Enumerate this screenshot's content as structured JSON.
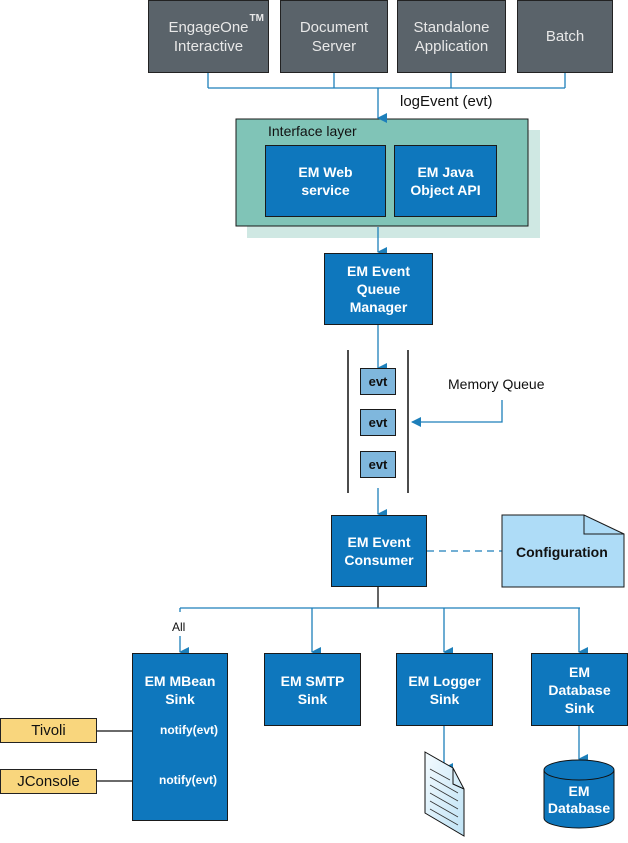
{
  "clients": [
    {
      "line1": "EngageOne",
      "line2": "Interactive",
      "sup": "TM"
    },
    {
      "line1": "Document",
      "line2": "Server"
    },
    {
      "line1": "Standalone",
      "line2": "Application"
    },
    {
      "line1": "Batch"
    }
  ],
  "log_event_label": "logEvent (evt)",
  "interface_layer": {
    "title": "Interface layer",
    "web_service": {
      "line1": "EM Web",
      "line2": "service"
    },
    "java_api": {
      "line1": "EM Java",
      "line2": "Object API"
    }
  },
  "queue_manager": {
    "line1": "EM Event",
    "line2": "Queue",
    "line3": "Manager"
  },
  "memory_queue": {
    "label": "Memory Queue",
    "items": [
      "evt",
      "evt",
      "evt"
    ]
  },
  "consumer": {
    "line1": "EM Event",
    "line2": "Consumer"
  },
  "configuration": "Configuration",
  "all_label": "All",
  "sinks": {
    "mbean": {
      "line1": "EM MBean",
      "line2": "Sink",
      "notify1": "notify(evt)",
      "notify2": "notify(evt)"
    },
    "smtp": {
      "line1": "EM SMTP",
      "line2": "Sink"
    },
    "logger": {
      "line1": "EM Logger",
      "line2": "Sink"
    },
    "database": {
      "line1": "EM",
      "line2": "Database",
      "line3": "Sink"
    }
  },
  "externals": [
    "Tivoli",
    "JConsole"
  ],
  "em_database": {
    "line1": "EM",
    "line2": "Database"
  },
  "colors": {
    "client": "#5a636a",
    "component": "#0e77bd",
    "interface_layer": "#80c4b7",
    "evt": "#7fb7dd",
    "config": "#aedcf7",
    "external": "#f9d67d",
    "connector": "#1d7fba"
  }
}
